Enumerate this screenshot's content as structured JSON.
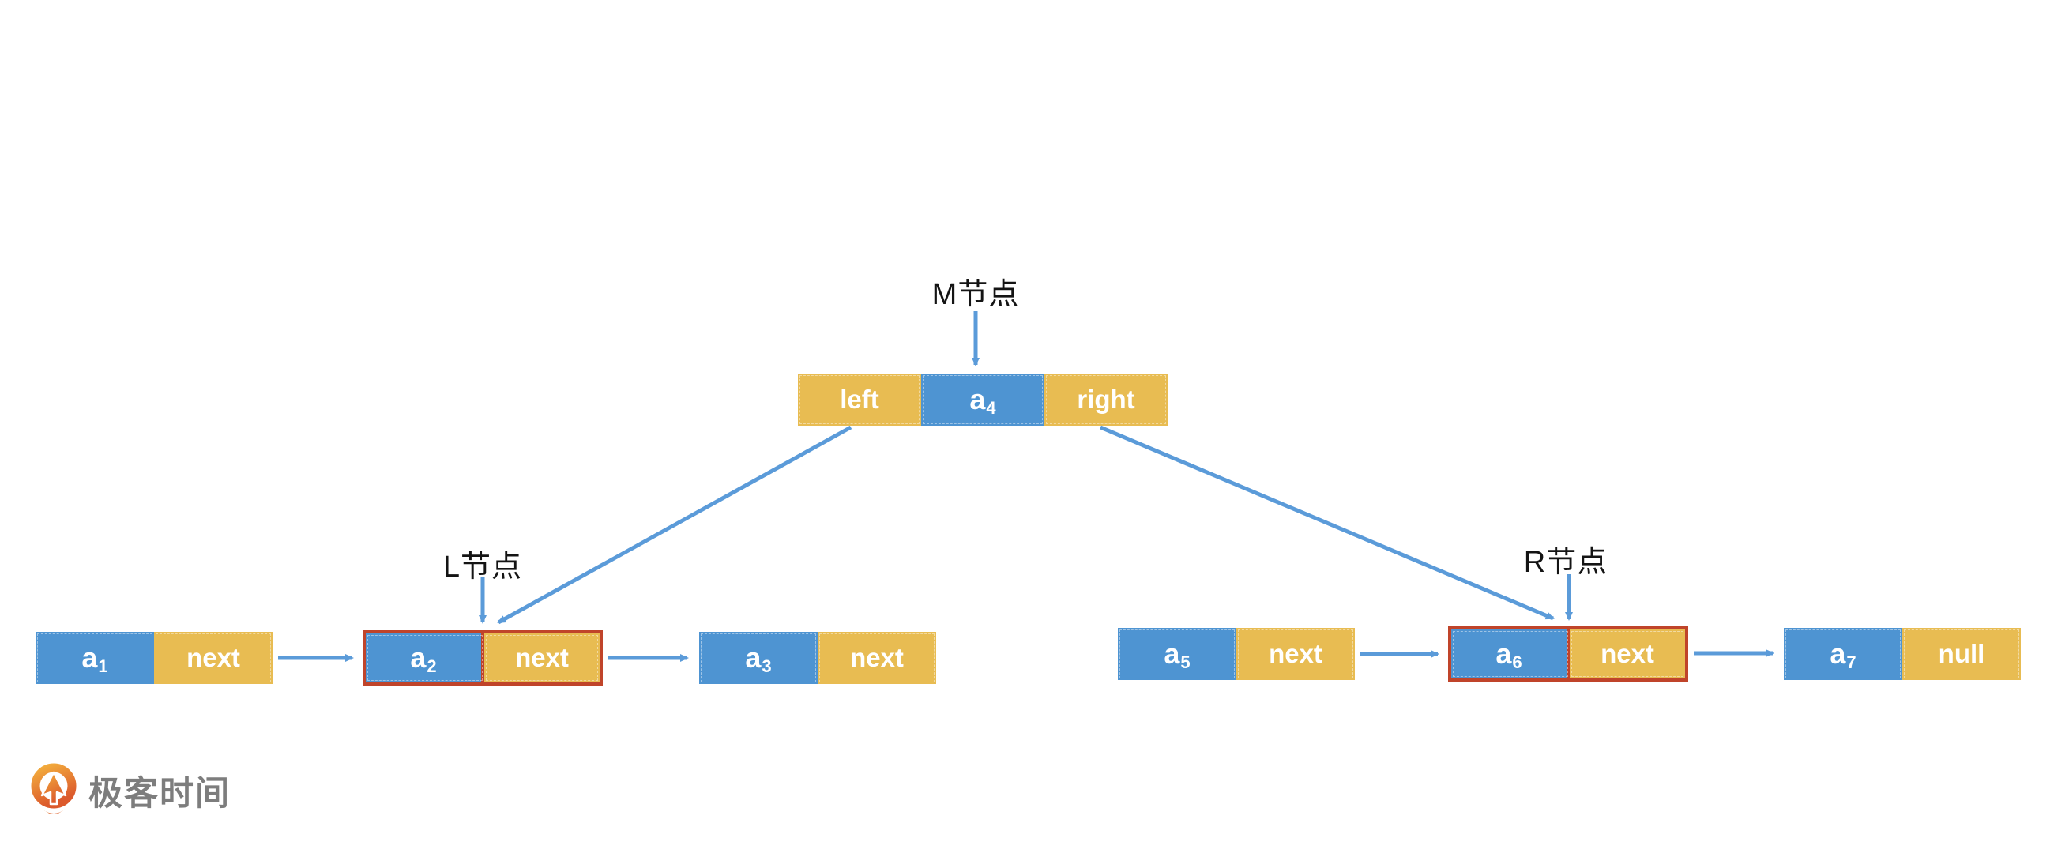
{
  "diagram": {
    "title_labels": {
      "m_node": "M节点",
      "l_node": "L节点",
      "r_node": "R节点"
    },
    "tree_node": {
      "left_pointer": "left",
      "value": "a",
      "value_sub": "4",
      "right_pointer": "right"
    },
    "list_nodes": [
      {
        "value": "a",
        "sub": "1",
        "pointer": "next",
        "highlight": false
      },
      {
        "value": "a",
        "sub": "2",
        "pointer": "next",
        "highlight": true
      },
      {
        "value": "a",
        "sub": "3",
        "pointer": "next",
        "highlight": false
      },
      {
        "value": "a",
        "sub": "5",
        "pointer": "next",
        "highlight": false
      },
      {
        "value": "a",
        "sub": "6",
        "pointer": "next",
        "highlight": true
      },
      {
        "value": "a",
        "sub": "7",
        "pointer": "null",
        "highlight": false
      }
    ]
  },
  "logo": {
    "text": "极客时间"
  },
  "colors": {
    "cell_blue": "#4E94D2",
    "cell_yellow": "#E8BC52",
    "highlight_red": "#C0442A",
    "arrow_blue": "#5B9BD9",
    "label_black": "#141414",
    "logo_gray": "#7D7D7D",
    "logo_orange_light": "#F3AE3D",
    "logo_orange_dark": "#DC5A2C"
  }
}
